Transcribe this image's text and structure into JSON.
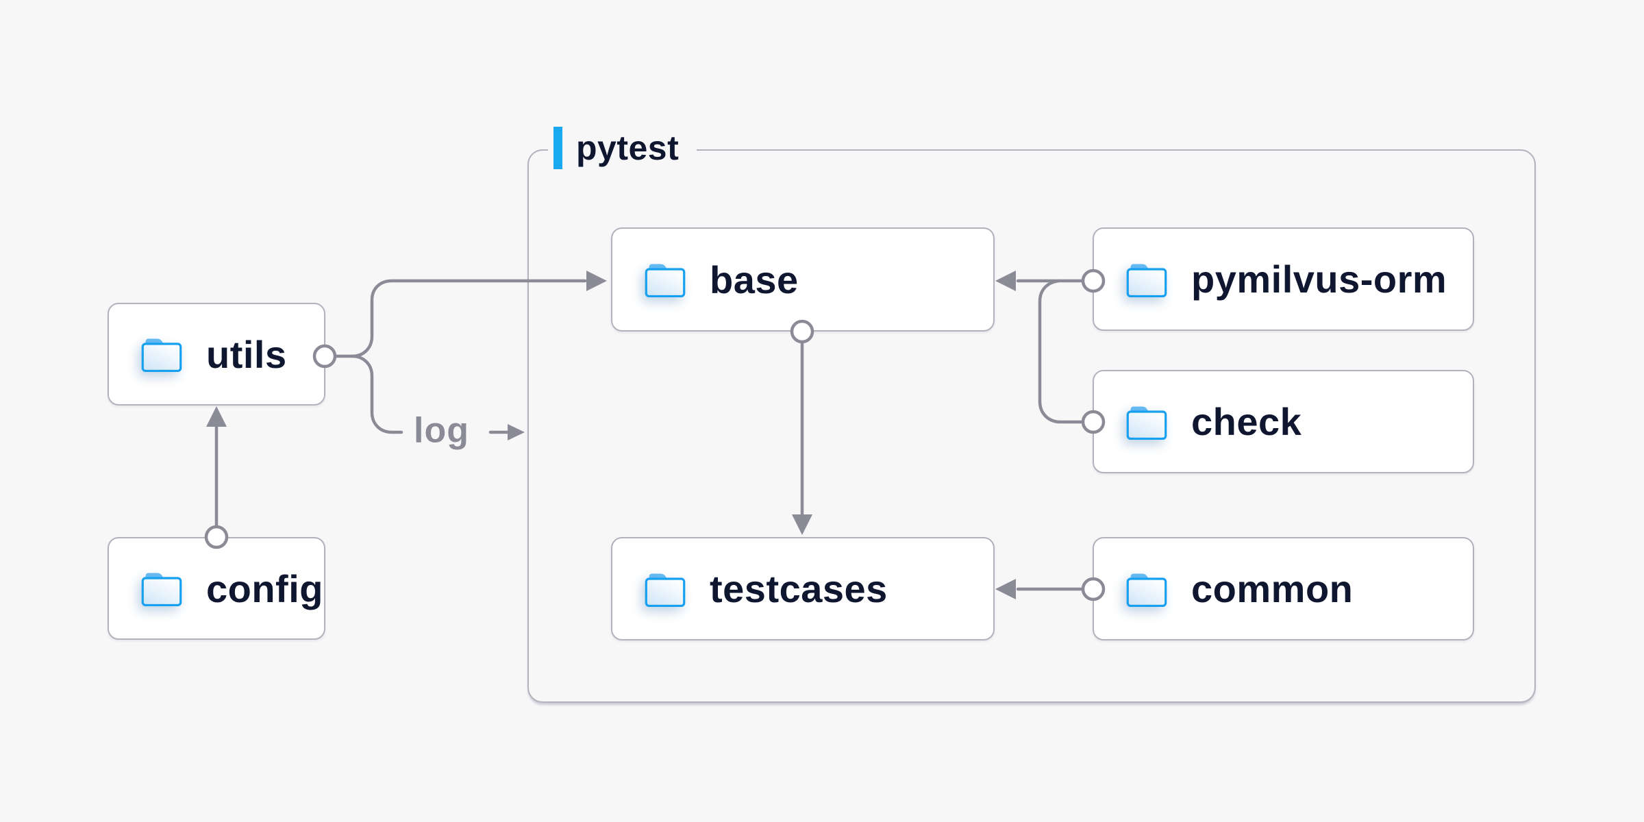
{
  "diagram": {
    "labels": {
      "group": "pytest",
      "utils": "utils",
      "config": "config",
      "base": "base",
      "pymilvus_orm": "pymilvus-orm",
      "check": "check",
      "testcases": "testcases",
      "common": "common",
      "log": "log"
    },
    "group": {
      "label": "pytest",
      "children": [
        "base",
        "testcases",
        "pymilvus-orm",
        "check",
        "common"
      ]
    },
    "nodes": [
      {
        "id": "utils",
        "label": "utils",
        "icon": "folder-icon",
        "inside_group": false
      },
      {
        "id": "config",
        "label": "config",
        "icon": "folder-icon",
        "inside_group": false
      },
      {
        "id": "base",
        "label": "base",
        "icon": "folder-icon",
        "inside_group": true
      },
      {
        "id": "pymilvus-orm",
        "label": "pymilvus-orm",
        "icon": "folder-icon",
        "inside_group": true
      },
      {
        "id": "check",
        "label": "check",
        "icon": "folder-icon",
        "inside_group": true
      },
      {
        "id": "testcases",
        "label": "testcases",
        "icon": "folder-icon",
        "inside_group": true
      },
      {
        "id": "common",
        "label": "common",
        "icon": "folder-icon",
        "inside_group": true
      }
    ],
    "edges": [
      {
        "from": "config",
        "to": "utils",
        "label": ""
      },
      {
        "from": "utils",
        "to": "base",
        "label": ""
      },
      {
        "from": "utils",
        "to": "pytest-group",
        "label": "log"
      },
      {
        "from": "pymilvus-orm",
        "to": "base",
        "label": ""
      },
      {
        "from": "check",
        "to": "base",
        "label": ""
      },
      {
        "from": "base",
        "to": "testcases",
        "label": ""
      },
      {
        "from": "common",
        "to": "testcases",
        "label": ""
      }
    ],
    "colors": {
      "background": "#f7f7f8",
      "node_fill": "#ffffff",
      "node_border": "#b2b2bd",
      "connector_gray": "#8b8b97",
      "text_navy": "#0e1630",
      "accent_blue": "#18a9f1",
      "folder_stroke": "#18a0f0"
    }
  }
}
